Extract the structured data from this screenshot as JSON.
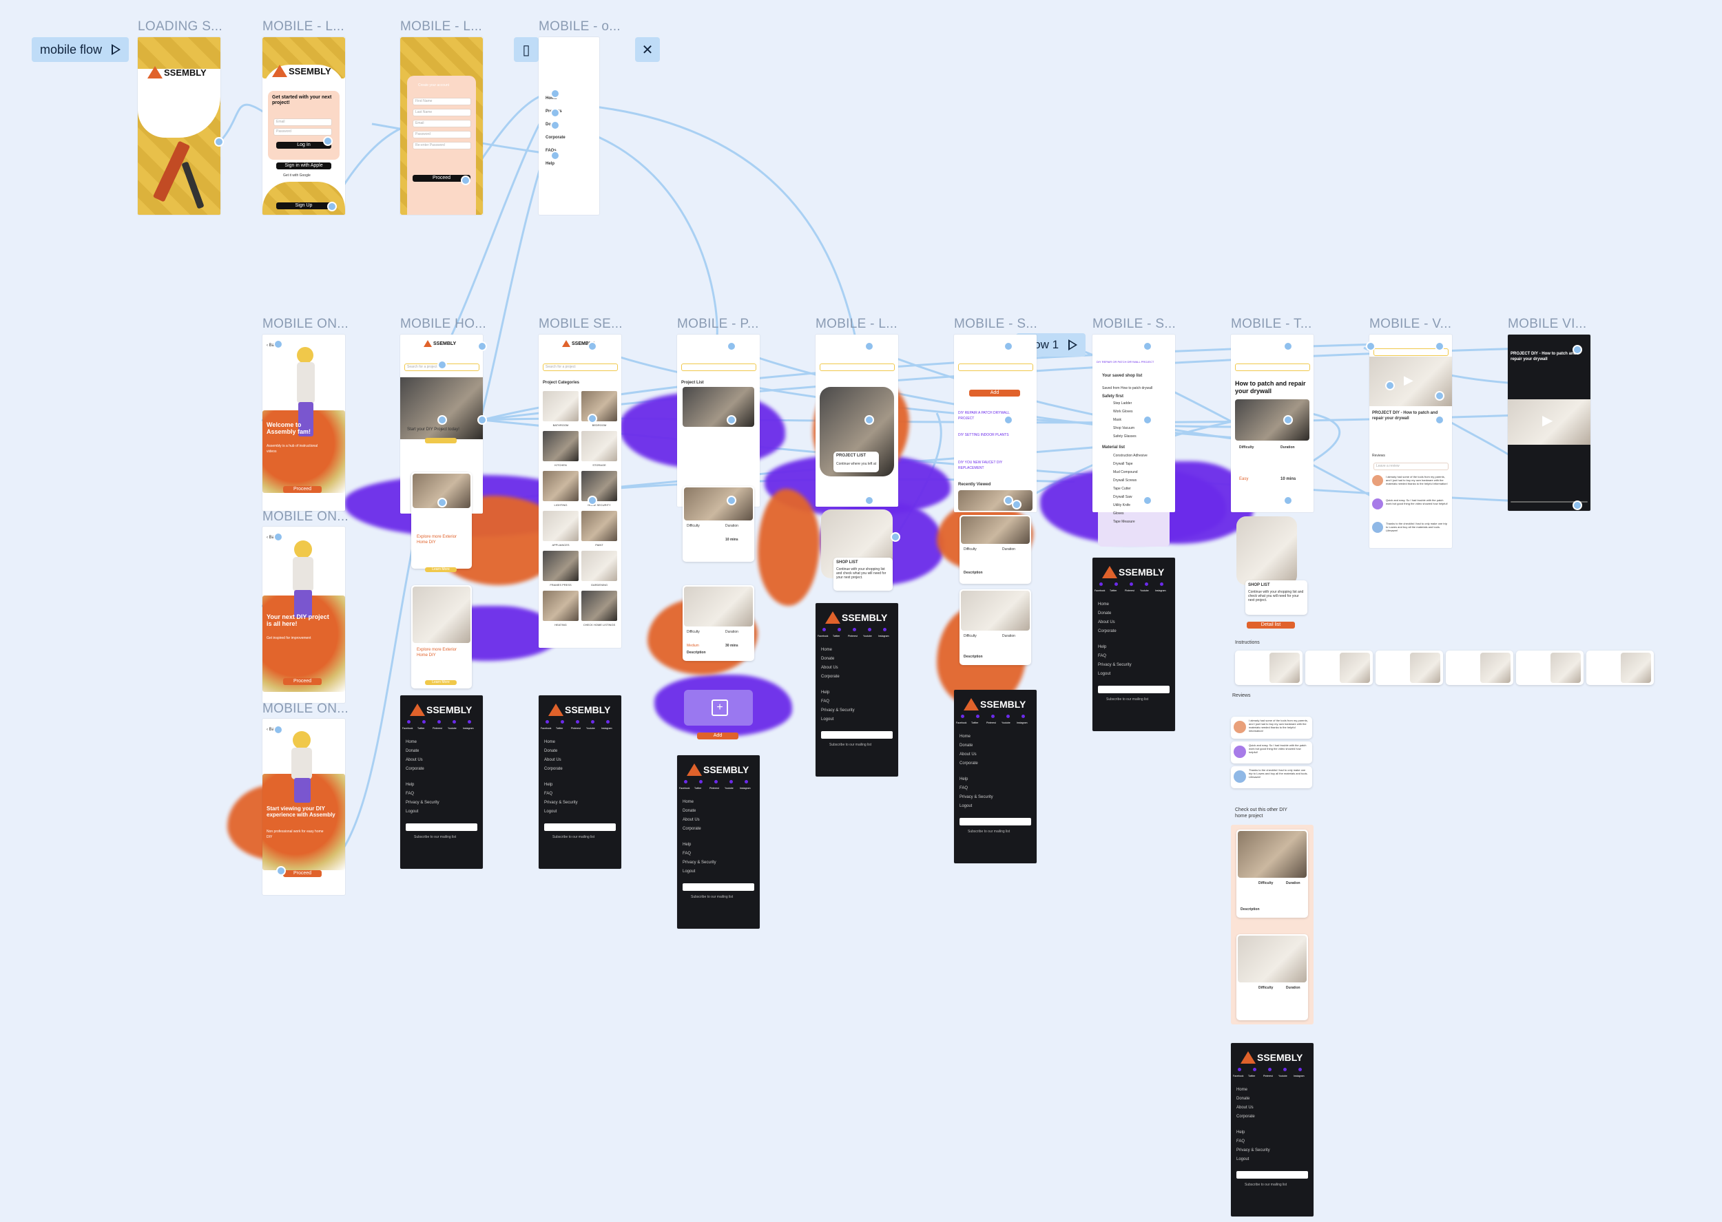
{
  "frame_labels": {
    "loading": "LOADING S...",
    "login": "MOBILE - L...",
    "signup": "MOBILE - L...",
    "menu": "MOBILE - o...",
    "onboarding1": "MOBILE ON...",
    "onboarding2": "MOBILE ON...",
    "onboarding3": "MOBILE ON...",
    "home": "MOBILE HO...",
    "search": "MOBILE SE...",
    "project": "MOBILE - P...",
    "list": "MOBILE - L...",
    "saved": "MOBILE - S...",
    "shop": "MOBILE - S...",
    "tutorial": "MOBILE - T...",
    "video": "MOBILE - V...",
    "video_full": "MOBILE VI..."
  },
  "flows": {
    "mobile_flow": "mobile flow",
    "flow1": "Flow 1"
  },
  "icons": {
    "device": "device-icon",
    "close": "close-icon",
    "play": "play-icon"
  },
  "brand": {
    "logo_text": "SSEMBLY",
    "accent": "#e0622b",
    "purple": "#6b2bea",
    "yellow": "#f0c84a"
  },
  "login": {
    "headline": "Get started with your next project!",
    "email_placeholder": "Email",
    "password_placeholder": "Password",
    "login_button": "Log In",
    "apple_button": "Sign in with Apple",
    "google_button": "Get it with Google",
    "signup_button": "Sign Up"
  },
  "signup": {
    "headline": "Create your account",
    "first_name": "First Name",
    "last_name": "Last Name",
    "email": "Email",
    "password": "Password",
    "confirm": "Re-enter Password",
    "proceed": "Proceed"
  },
  "menu": {
    "items": [
      "Home",
      "Projects",
      "Donate",
      "Corporate",
      "FAQs",
      "Help"
    ]
  },
  "onboarding": {
    "back": "Back",
    "screen1_title": "Welcome to Assembly fam!",
    "screen1_sub": "Assembly is a hub of instructional videos",
    "screen2_title": "Your next DIY project is all here!",
    "screen2_sub": "Get inspired for improvement",
    "screen3_title": "Start viewing your DIY experience with Assembly",
    "screen3_sub": "Non professional work for easy home DIY",
    "proceed": "Proceed"
  },
  "home": {
    "search_placeholder": "Search for a project",
    "hero_text": "Start your DIY Project today!",
    "explore1": "Explore more Exterior Home DIY",
    "explore2": "Explore more Exterior Home DIY",
    "learn_more": "Learn More"
  },
  "search": {
    "placeholder": "Search for a project",
    "categories_title": "Project Categories",
    "categories": [
      "BATHROOM",
      "BEDROOM",
      "KITCHEN",
      "STORAGE",
      "LIGHTING",
      "HOME SECURITY",
      "APPLIANCES",
      "PAINT",
      "FRAMES PRESS",
      "GARDENING",
      "HEATING",
      "CHECK HOME LISTINGS"
    ]
  },
  "project": {
    "section": "Project List",
    "card_title": "How to repair glasses",
    "difficulty": "Difficulty",
    "duration": "Duration",
    "easy": "Easy",
    "medium": "Medium",
    "time1": "10 mins",
    "time2": "30 mins",
    "description": "Description",
    "add_label": "Add"
  },
  "list": {
    "card_title": "PROJECT LIST",
    "card_text": "Continue where you left at",
    "shop_title": "SHOP LIST",
    "shop_text": "Continue with your shopping list and check what you will need for your next project."
  },
  "saved": {
    "add": "Add",
    "links": [
      "DIY REPAIR A PATCH DRYWALL PROJECT",
      "DIY SETTING INDOOR PLANTS",
      "DIY YOU NEW FAUCET DIY REPLACEMENT"
    ],
    "recently_viewed": "Recently Viewed"
  },
  "shop": {
    "header": "DIY REPAIR OR PATCH DRYWALL PROJECT",
    "saved_title": "Your saved shop list",
    "saved_sub": "Saved from How to patch drywall",
    "safety_title": "Safety first",
    "safety_items": [
      "Step Ladder",
      "Work Gloves",
      "Mask",
      "Shop Vacuum",
      "Safety Glasses"
    ],
    "material_title": "Material list",
    "material_items": [
      "Construction Adhesive",
      "Drywall Tape",
      "Mud Compound",
      "Drywall Screws",
      "Tape Cutter",
      "Drywall Saw",
      "Utility Knife",
      "Gloves",
      "Tape Measure"
    ]
  },
  "tutorial": {
    "title": "How to patch and repair your drywall",
    "difficulty": "Difficulty",
    "duration": "Duration",
    "easy": "Easy",
    "time": "10 mins",
    "shop_title": "SHOP LIST",
    "shop_text": "Continue with your shopping list and check what you will need for your next project.",
    "detail": "Detail list",
    "instructions": "Instructions",
    "reviews": "Reviews",
    "review_texts": [
      "I already had some of the tools from my parents, and I just had to buy my own hardware with the materials needed thanks to the helpful information!",
      "Quick and easy. So I had trouble with the patch work but good thing the video showed how helpful!",
      "Thanks to the checklist I had to only make one trip to Lowes and buy all the materials and tools. Lifesaver!"
    ],
    "other_title": "Check out this other DIY home project"
  },
  "video": {
    "title": "PROJECT DIY - How to patch and repair your drywall",
    "reviews": "Reviews",
    "comment_placeholder": "Leave a review"
  },
  "footer": {
    "social": [
      "Facebook",
      "Twitter",
      "Pinterest",
      "Youtube",
      "Instagram"
    ],
    "links": [
      "Home",
      "Donate",
      "About Us",
      "Corporate",
      "Help",
      "FAQ",
      "Privacy & Security",
      "Logout"
    ],
    "subscribe": "Subscribe to our mailing list"
  }
}
